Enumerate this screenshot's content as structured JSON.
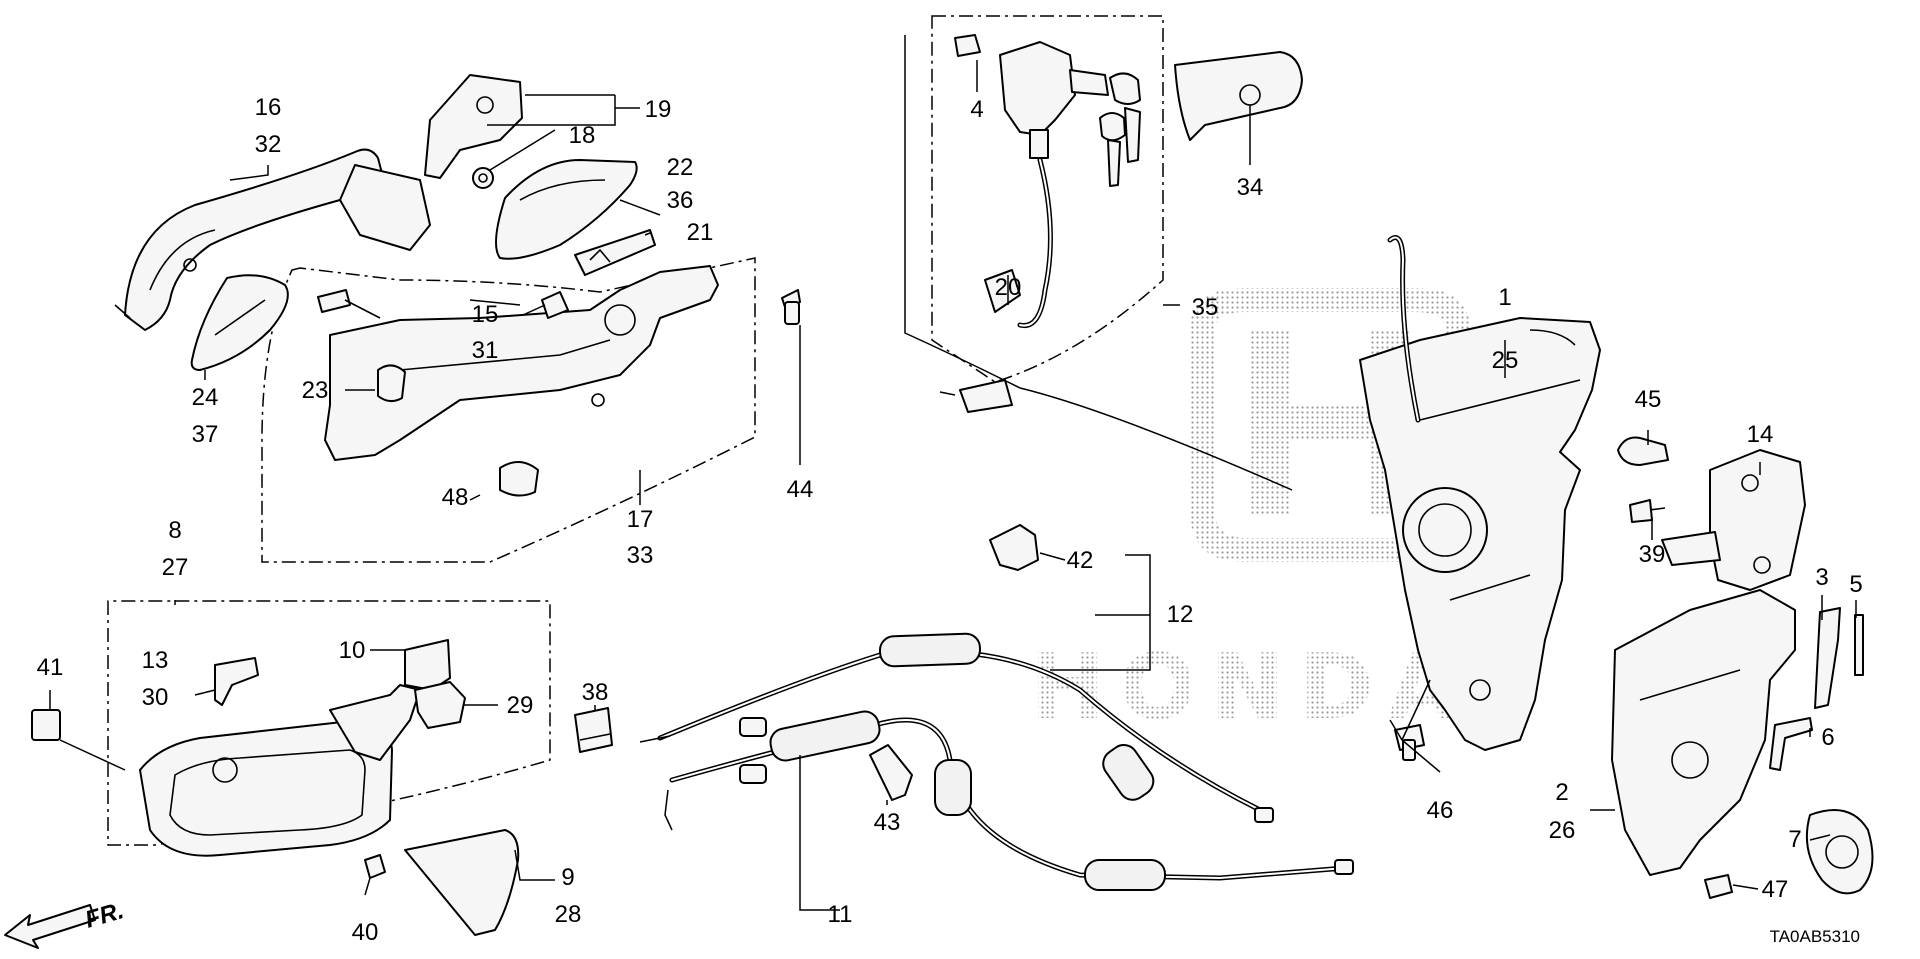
{
  "diagram": {
    "code": "TA0AB5310",
    "direction_label": "FR.",
    "watermark_text": "HONDA",
    "callouts": [
      {
        "id": "c16",
        "text": "16"
      },
      {
        "id": "c32",
        "text": "32"
      },
      {
        "id": "c19",
        "text": "19"
      },
      {
        "id": "c18",
        "text": "18"
      },
      {
        "id": "c22",
        "text": "22"
      },
      {
        "id": "c36",
        "text": "36"
      },
      {
        "id": "c21",
        "text": "21"
      },
      {
        "id": "c24",
        "text": "24"
      },
      {
        "id": "c37",
        "text": "37"
      },
      {
        "id": "c15",
        "text": "15"
      },
      {
        "id": "c31",
        "text": "31"
      },
      {
        "id": "c23",
        "text": "23"
      },
      {
        "id": "c48",
        "text": "48"
      },
      {
        "id": "c17",
        "text": "17"
      },
      {
        "id": "c33",
        "text": "33"
      },
      {
        "id": "c44",
        "text": "44"
      },
      {
        "id": "c4",
        "text": "4"
      },
      {
        "id": "c20",
        "text": "20"
      },
      {
        "id": "c35",
        "text": "35"
      },
      {
        "id": "c34",
        "text": "34"
      },
      {
        "id": "c1",
        "text": "1"
      },
      {
        "id": "c25",
        "text": "25"
      },
      {
        "id": "c45",
        "text": "45"
      },
      {
        "id": "c14",
        "text": "14"
      },
      {
        "id": "c39",
        "text": "39"
      },
      {
        "id": "c42",
        "text": "42"
      },
      {
        "id": "c12",
        "text": "12"
      },
      {
        "id": "c3",
        "text": "3"
      },
      {
        "id": "c5",
        "text": "5"
      },
      {
        "id": "c6",
        "text": "6"
      },
      {
        "id": "c2",
        "text": "2"
      },
      {
        "id": "c26",
        "text": "26"
      },
      {
        "id": "c7",
        "text": "7"
      },
      {
        "id": "c47",
        "text": "47"
      },
      {
        "id": "c46",
        "text": "46"
      },
      {
        "id": "c8",
        "text": "8"
      },
      {
        "id": "c27",
        "text": "27"
      },
      {
        "id": "c41",
        "text": "41"
      },
      {
        "id": "c13",
        "text": "13"
      },
      {
        "id": "c30",
        "text": "30"
      },
      {
        "id": "c10",
        "text": "10"
      },
      {
        "id": "c29",
        "text": "29"
      },
      {
        "id": "c38",
        "text": "38"
      },
      {
        "id": "c11",
        "text": "11"
      },
      {
        "id": "c43",
        "text": "43"
      },
      {
        "id": "c9",
        "text": "9"
      },
      {
        "id": "c28",
        "text": "28"
      },
      {
        "id": "c40",
        "text": "40"
      }
    ]
  }
}
